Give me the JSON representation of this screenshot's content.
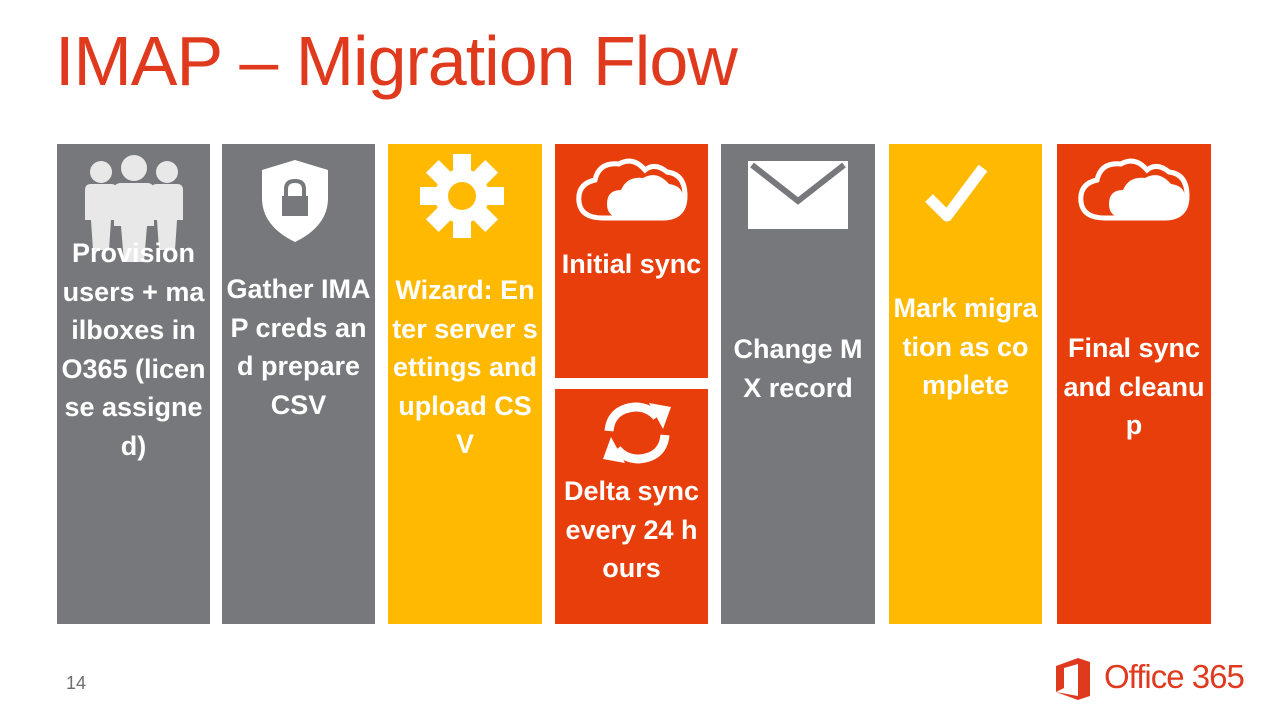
{
  "slide": {
    "title": "IMAP – Migration Flow",
    "page_number": "14",
    "brand_name": "Office 365"
  },
  "steps": [
    {
      "label": "Provision users + mailboxes in O365 (license assigned)",
      "icon": "users-icon",
      "color": "#77787b"
    },
    {
      "label": "Gather IMAP creds and prepare CSV",
      "icon": "lock-shield-icon",
      "color": "#77787b"
    },
    {
      "label": "Wizard: Enter server settings and upload CSV",
      "icon": "gear-icon",
      "color": "#ffb900"
    },
    {
      "label": "Initial sync",
      "icon": "cloud-icon",
      "color": "#e83e0b"
    },
    {
      "label": "Delta sync every 24 hours",
      "icon": "refresh-icon",
      "color": "#e83e0b"
    },
    {
      "label": "Change MX record",
      "icon": "envelope-icon",
      "color": "#77787b"
    },
    {
      "label": "Mark migration as complete",
      "icon": "checkmark-icon",
      "color": "#ffb900"
    },
    {
      "label": "Final sync and cleanup",
      "icon": "cloud-icon",
      "color": "#e83e0b"
    }
  ]
}
